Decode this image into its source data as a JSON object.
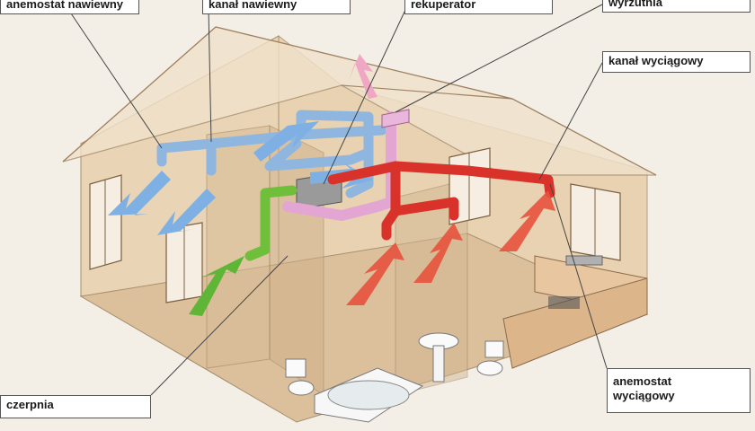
{
  "labels": {
    "anemostat_nawiewny": "anemostat nawiewny",
    "kanal_nawiewny": "kanał nawiewny",
    "rekuperator": "rekuperator",
    "wyrzutnia": "wyrzutnia",
    "kanal_wyciagowy": "kanał wyciągowy",
    "czerpnia": "czerpnia",
    "anemostat_wyciagowy_1": "anemostat",
    "anemostat_wyciagowy_2": "wyciągowy"
  },
  "colors": {
    "supply_duct": "#8fb6de",
    "exhaust_duct": "#d9322a",
    "intake_duct": "#6fbf3a",
    "recuperator_duct": "#e3a6d3",
    "house_wall": "#e3c9a6"
  }
}
